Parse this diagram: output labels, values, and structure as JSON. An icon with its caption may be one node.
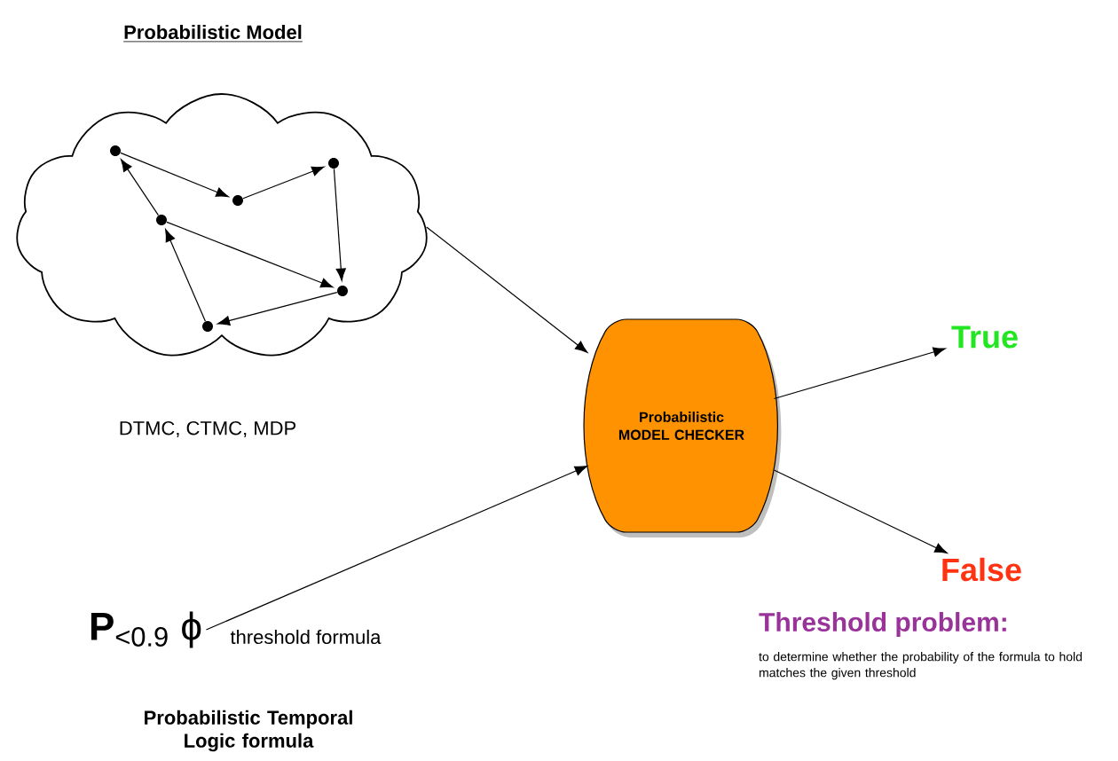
{
  "diagram": {
    "nodes": [
      {
        "text": [
          "Probabilistic Model"
        ],
        "beside": [
          "DTMC, CTMC, MDP"
        ]
      },
      {
        "text": [],
        "shape": "circle",
        "in": 0
      },
      {
        "text": [],
        "shape": "circle",
        "in": 0
      },
      {
        "text": [],
        "shape": "circle",
        "in": 0
      },
      {
        "text": [],
        "shape": "circle",
        "in": 0
      },
      {
        "text": [],
        "shape": "circle",
        "in": 0
      },
      {
        "text": [],
        "shape": "circle",
        "in": 0
      },
      {
        "text": [
          "**P**$_{<0.9}$ ϕ"
        ],
        "beside": [
          "threshold formula"
        ]
      },
      {
        "text": [
          "Probabilistic MODEL CHECKER"
        ]
      },
      {
        "text": [
          "True"
        ]
      },
      {
        "text": [
          "False"
        ]
      }
    ],
    "edges": [
      {
        "from": 1,
        "to": 3,
        "arrow": "to"
      },
      {
        "from": 3,
        "to": 4,
        "arrow": "to"
      },
      {
        "from": 4,
        "to": 5,
        "arrow": "to"
      },
      {
        "from": 2,
        "to": 5,
        "arrow": "to"
      },
      {
        "from": 5,
        "to": 6,
        "arrow": "to"
      },
      {
        "from": 6,
        "to": 2,
        "arrow": "to"
      },
      {
        "from": 2,
        "to": 1,
        "arrow": "to"
      },
      {
        "from": 0,
        "to": 8,
        "arrow": "to"
      },
      {
        "from": 7,
        "to": 8,
        "arrow": "to"
      },
      {
        "from": 8,
        "to": 9,
        "arrow": "to"
      },
      {
        "from": 8,
        "to": 10,
        "arrow": "to"
      }
    ],
    "labels": [
      "Probabilistic Temporal Logic formula",
      "Threshold problem:",
      "to determine whether the probability of the formula to hold matches the given threshold"
    ]
  }
}
